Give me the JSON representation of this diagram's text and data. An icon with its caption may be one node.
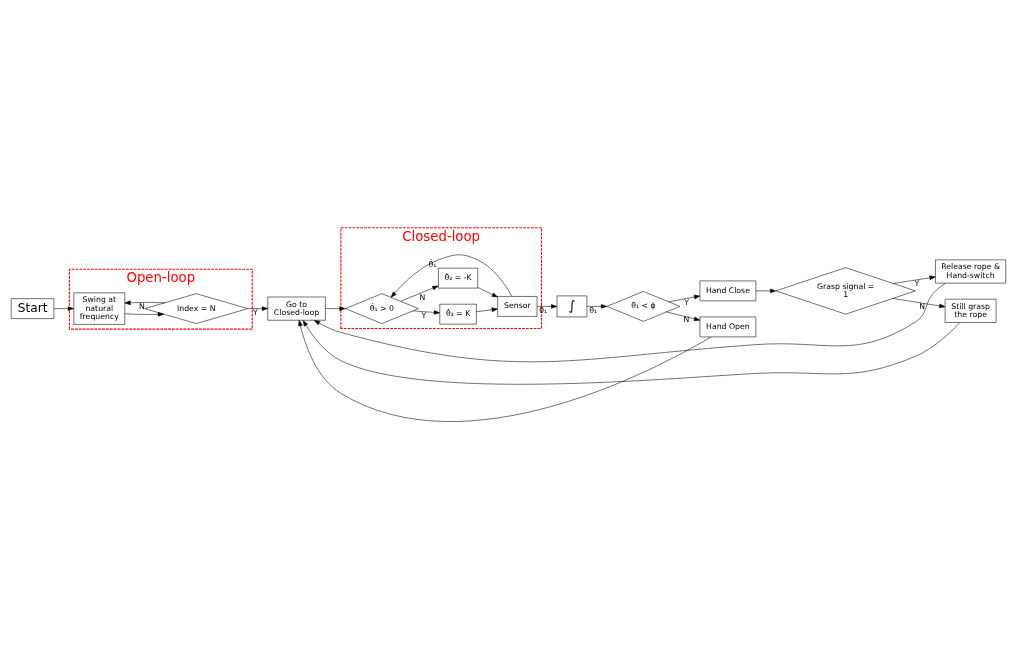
{
  "diagram": {
    "nodes": [
      {
        "text": [
          "Open-loop"
        ]
      },
      {
        "text": [
          "Start"
        ]
      },
      {
        "text": [
          "Swing at natural frequency"
        ],
        "in": 0
      },
      {
        "text": [
          "Index = N"
        ],
        "in": 0
      },
      {
        "text": [
          "Go to Closed-loop"
        ]
      },
      {
        "text": [
          "Closed-loop"
        ]
      },
      {
        "text": [
          "θ̇₁ > 0"
        ],
        "in": 5
      },
      {
        "text": [
          "θ̇₂ = K"
        ],
        "in": 5
      },
      {
        "text": [
          "θ̇₂ = -K"
        ],
        "in": 5
      },
      {
        "text": [
          "Sensor"
        ],
        "in": 5
      },
      {
        "text": [
          "∫"
        ]
      },
      {
        "text": [
          "θ₁ < ϕ"
        ]
      },
      {
        "text": [
          "Hand Close"
        ]
      },
      {
        "text": [
          "Grasp signal = 1"
        ]
      },
      {
        "text": [
          "Release rope & Hand-switch"
        ]
      },
      {
        "text": [
          "Still grasp the rope"
        ]
      },
      {
        "text": [
          "Hand Open"
        ]
      }
    ],
    "edges": [
      {
        "from": 1,
        "to": 2,
        "arrow": "to"
      },
      {
        "from": 2,
        "to": 3,
        "arrow": "to"
      },
      {
        "from": 3,
        "to": 4,
        "arrow": "to",
        "label": "Y"
      },
      {
        "from": 3,
        "to": 2,
        "arrow": "to",
        "label": "N"
      },
      {
        "from": 4,
        "to": 6,
        "arrow": "to"
      },
      {
        "from": 6,
        "to": 7,
        "arrow": "to",
        "label": "Y"
      },
      {
        "from": 6,
        "to": 8,
        "arrow": "to",
        "label": "N"
      },
      {
        "from": 7,
        "to": 9,
        "arrow": "to"
      },
      {
        "from": 8,
        "to": 9,
        "arrow": "to"
      },
      {
        "from": 9,
        "to": 6,
        "arrow": "to",
        "label": "θ̇₁"
      },
      {
        "from": 9,
        "to": 10,
        "arrow": "to",
        "label": "θ̇₁"
      },
      {
        "from": 10,
        "to": 11,
        "arrow": "to",
        "label": "θ₁"
      },
      {
        "from": 11,
        "to": 12,
        "arrow": "to",
        "label": "Y"
      },
      {
        "from": 11,
        "to": 16,
        "arrow": "to",
        "label": "N"
      },
      {
        "from": 12,
        "to": 13,
        "arrow": "to"
      },
      {
        "from": 13,
        "to": 14,
        "arrow": "to",
        "label": "Y"
      },
      {
        "from": 13,
        "to": 15,
        "arrow": "to",
        "label": "N"
      },
      {
        "from": 14,
        "to": 4,
        "arrow": "to"
      },
      {
        "from": 15,
        "to": 4,
        "arrow": "to"
      },
      {
        "from": 16,
        "to": 4,
        "arrow": "to"
      }
    ]
  }
}
